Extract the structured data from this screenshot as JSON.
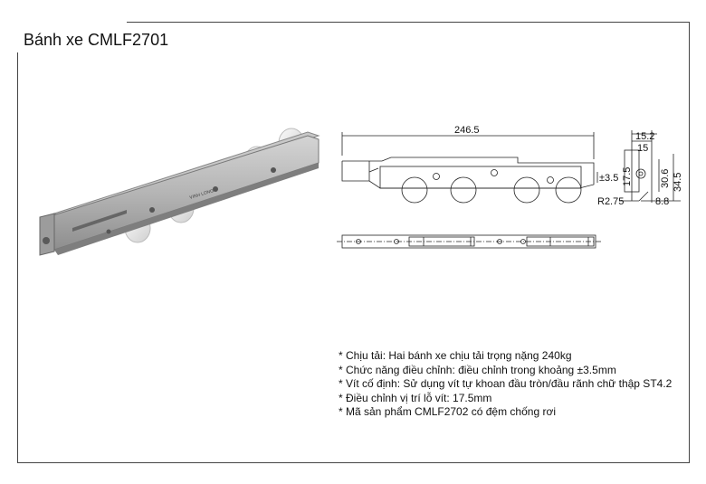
{
  "title": "Bánh xe CMLF2701",
  "photo": {
    "brand_mark": "VINH LONG"
  },
  "drawing": {
    "dims": {
      "length": "246.5",
      "w_15_2": "15.2",
      "w_15": "15",
      "h_17_5": "17.5",
      "h_30_6": "30.6",
      "h_34_5": "34.5",
      "adj": "±3.5",
      "radius": "R2.75",
      "w_8_8": "8.8"
    }
  },
  "specs": [
    "* Chịu tải: Hai bánh xe chịu tải trọng nặng 240kg",
    "* Chức năng điều chỉnh: điều chỉnh trong khoảng ±3.5mm",
    "* Vít cố định: Sử dụng vít tự khoan đầu tròn/đầu rãnh chữ thập ST4.2",
    "* Điều chỉnh vị trí lỗ vít: 17.5mm",
    "* Mã sản phẩm CMLF2702 có đệm chống rơi"
  ]
}
